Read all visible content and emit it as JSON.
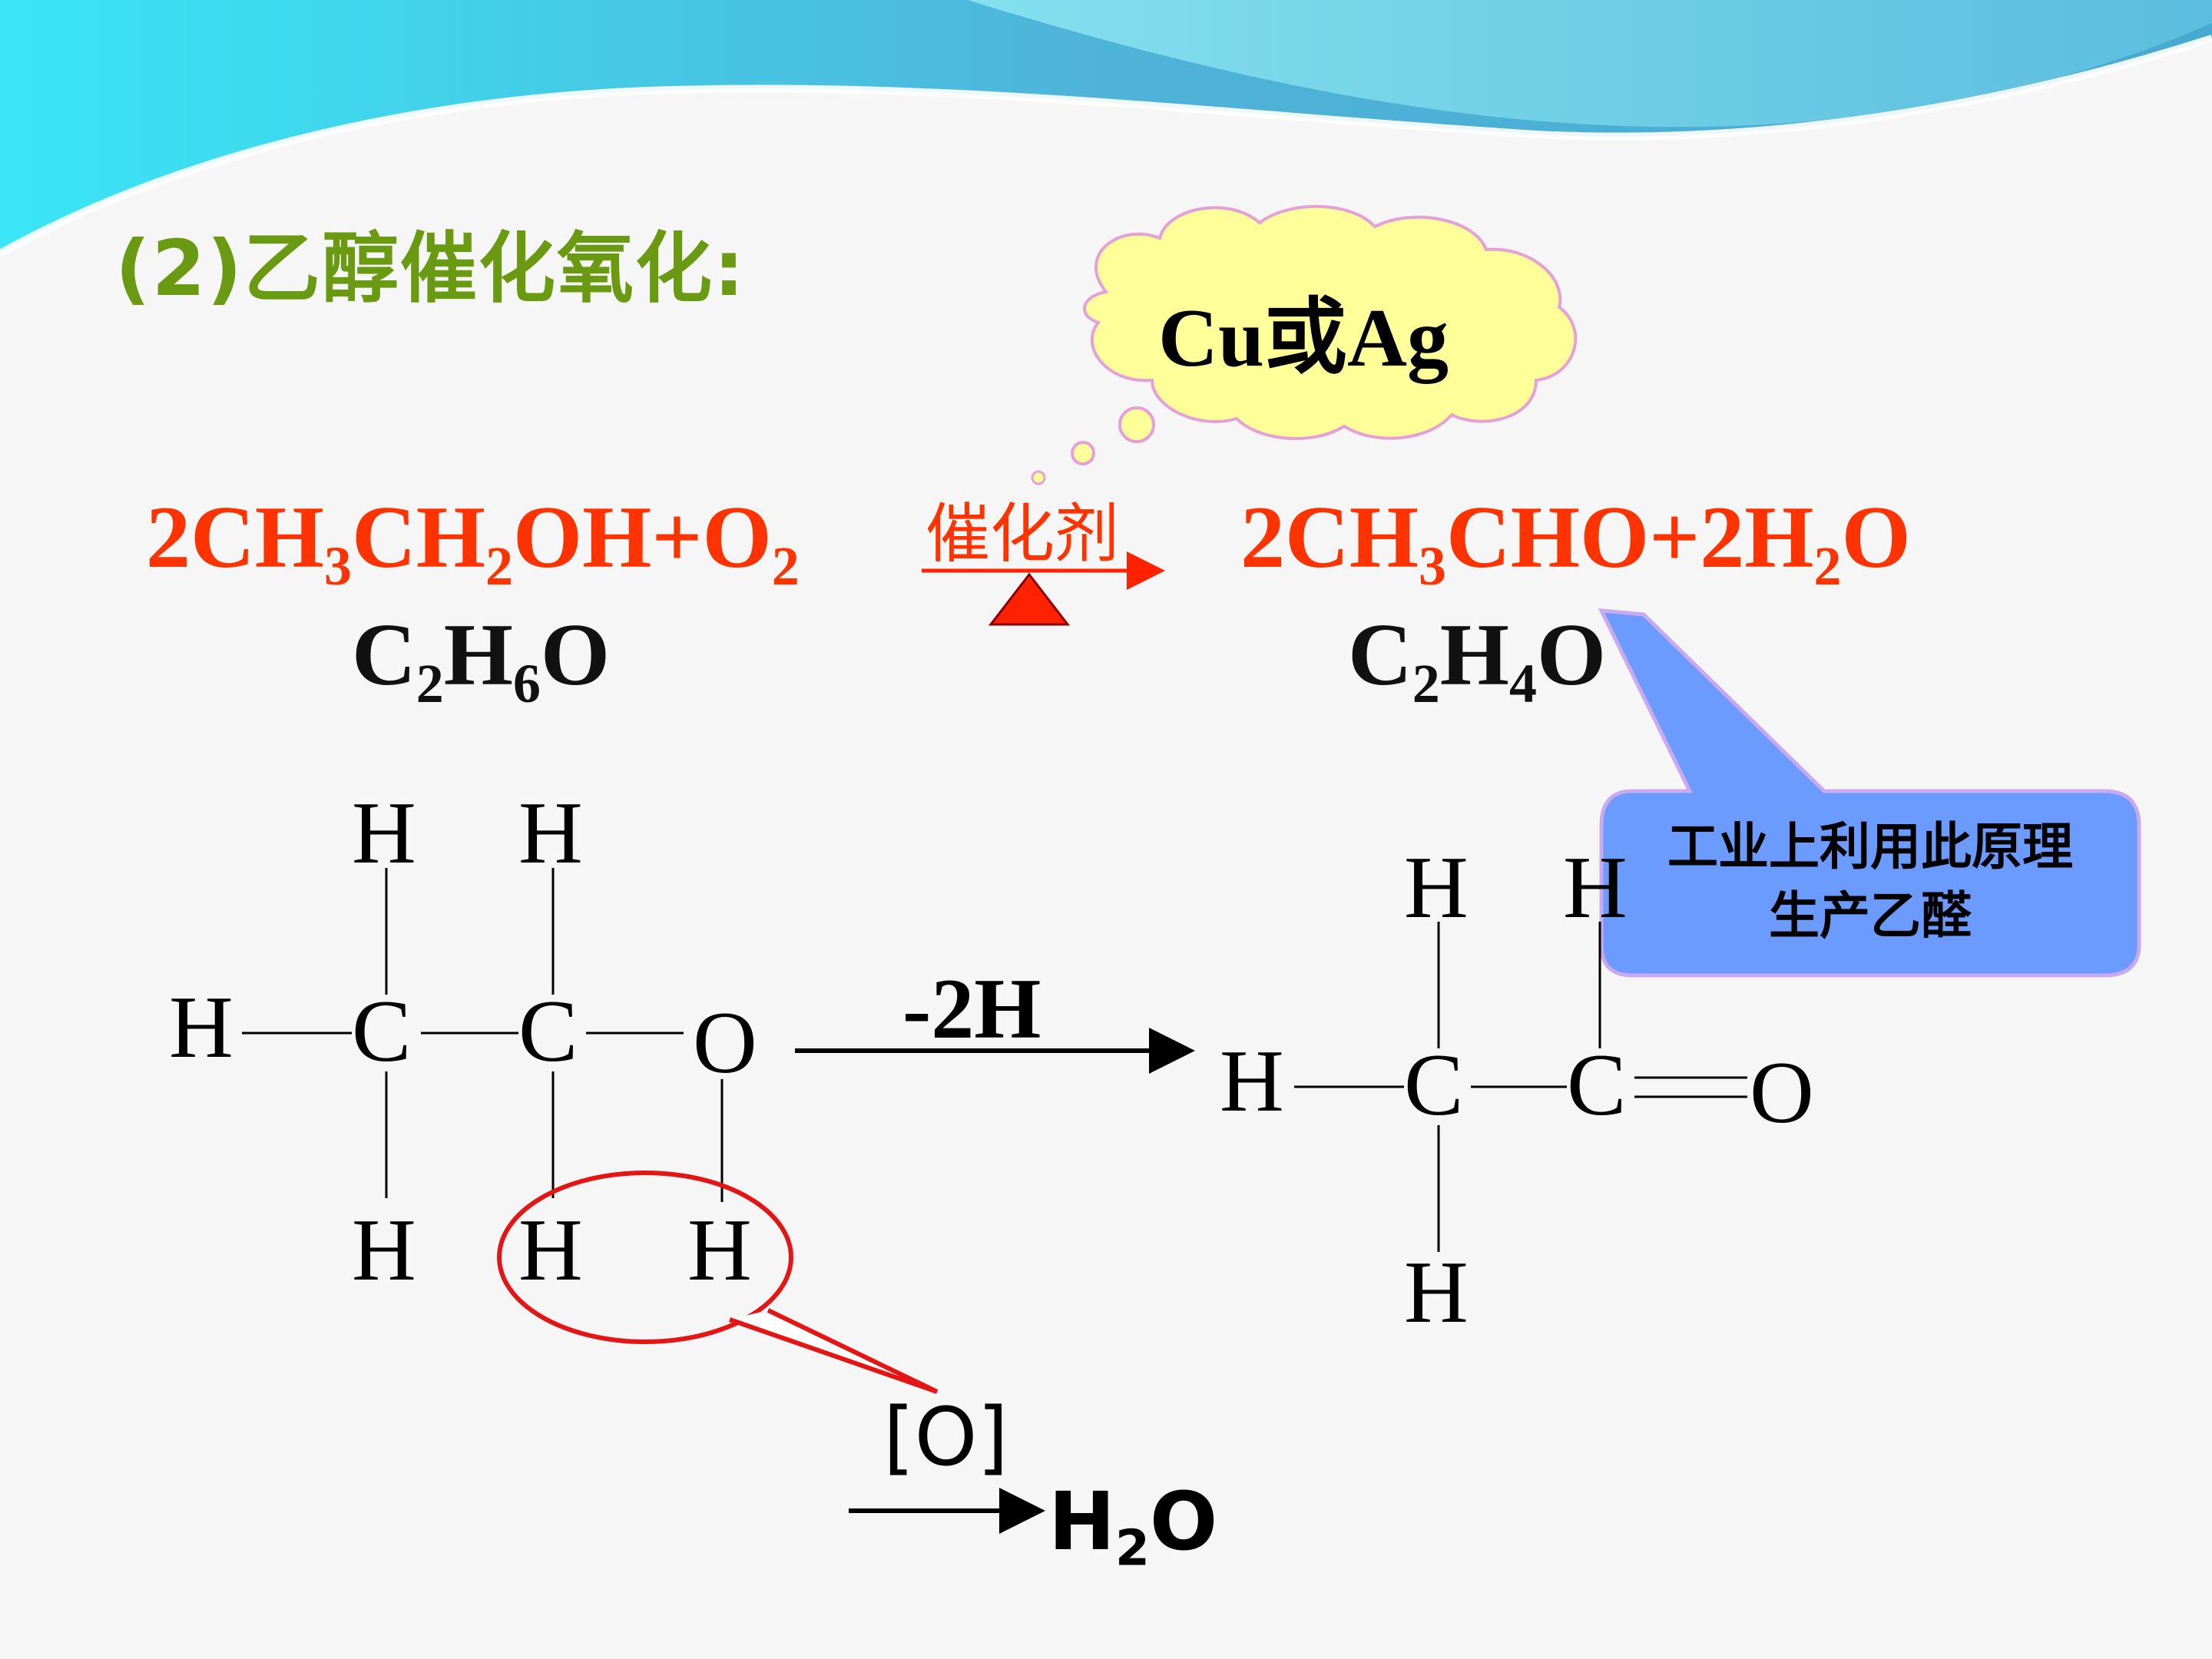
{
  "title": {
    "prefix": "(2)",
    "text": "乙醇催化氧化:"
  },
  "catalyst_bubble": {
    "text": "Cu或Ag"
  },
  "equation": {
    "reactants": [
      {
        "t": "2CH"
      },
      {
        "sub": "3"
      },
      {
        "t": "CH"
      },
      {
        "sub": "2"
      },
      {
        "t": "OH+O"
      },
      {
        "sub": "2"
      }
    ],
    "condition": "催化剂",
    "products": [
      {
        "t": "2CH"
      },
      {
        "sub": "3"
      },
      {
        "t": "CHO+2H"
      },
      {
        "sub": "2"
      },
      {
        "t": "O"
      }
    ]
  },
  "formula_left": [
    {
      "t": "C"
    },
    {
      "sub": "2"
    },
    {
      "t": "H"
    },
    {
      "sub": "6"
    },
    {
      "t": "O"
    }
  ],
  "formula_right": [
    {
      "t": "C"
    },
    {
      "sub": "2"
    },
    {
      "t": "H"
    },
    {
      "sub": "4"
    },
    {
      "t": "O"
    }
  ],
  "callout": {
    "line1": "工业上利用此原理",
    "line2": "生产乙醛"
  },
  "reaction_arrow_label": "-2H",
  "ethanol_atoms": {
    "h": "H",
    "c": "C",
    "o": "O"
  },
  "acetaldehyde_atoms": {
    "h": "H",
    "c": "C",
    "o": "O"
  },
  "oxidant": "[O]",
  "water": [
    {
      "t": "H"
    },
    {
      "sub": "2"
    },
    {
      "t": "O"
    }
  ],
  "colors": {
    "title": "#6a9a12",
    "equation": "#ff3300",
    "bubble_fill": "#ffff99",
    "bubble_stroke": "#e6a0d8",
    "callout_fill": "#6b9bff",
    "callout_stroke": "#c9a9f0",
    "highlight": "#e31515",
    "header_wave": "#3bbfe0"
  }
}
